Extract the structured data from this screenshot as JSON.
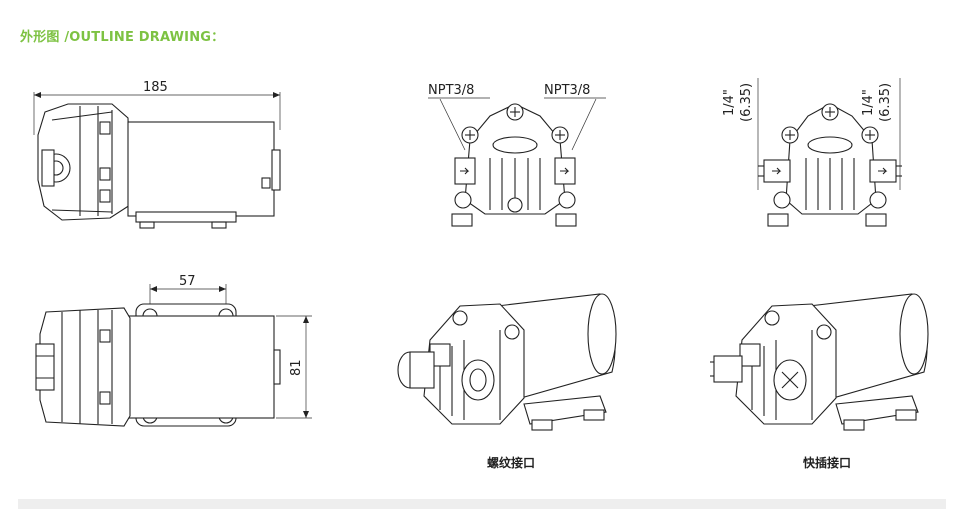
{
  "header": {
    "title": "外形图 /OUTLINE DRAWING："
  },
  "dimensions": {
    "length": "185",
    "mount_spacing": "57",
    "width": "81",
    "port_left": "NPT3/8",
    "port_right": "NPT3/8",
    "quick_left_inch": "1/4\"",
    "quick_left_mm": "(6.35)",
    "quick_right_inch": "1/4\"",
    "quick_right_mm": "(6.35)"
  },
  "captions": {
    "threaded": "螺纹接口",
    "quick": "快插接口"
  }
}
